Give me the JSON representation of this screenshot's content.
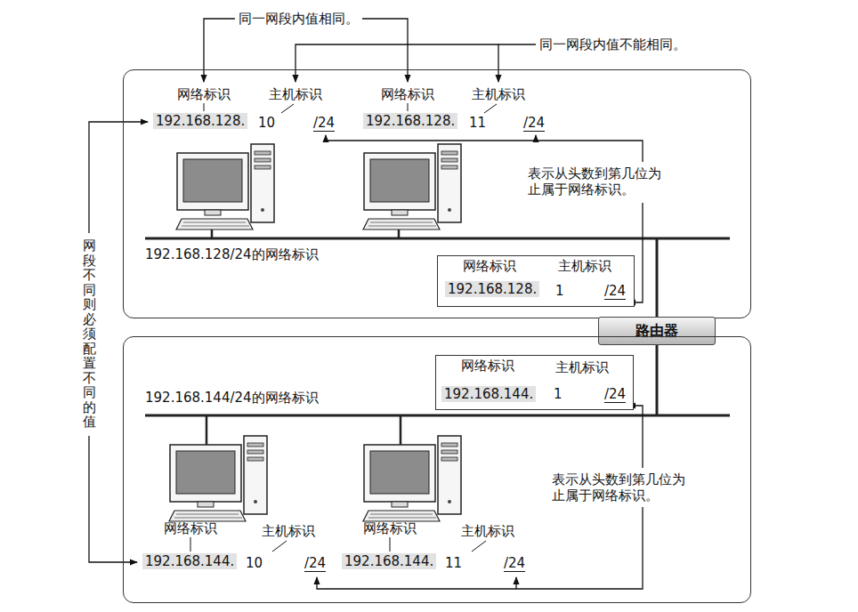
{
  "diagram": {
    "nodes": [
      {
        "text": [
          "192.168.128/24的网络标识"
        ]
      },
      {
        "text": [
          "网络标识",
          "主机标识",
          "192.168.128.",
          "1",
          "/24"
        ],
        "in": 0
      },
      {
        "text": [
          "路由器"
        ]
      },
      {
        "text": [
          "192.168.144/24的网络标识"
        ]
      },
      {
        "text": [
          "网络标识",
          "主机标识",
          "192.168.144.",
          "1",
          "/24"
        ],
        "in": 3
      }
    ],
    "labels": [
      "同一网段内值相同。",
      "同一网段内值不能相同。",
      "网络标识",
      "主机标识",
      "192.168.128.",
      "10",
      "/24",
      "网络标识",
      "主机标识",
      "192.168.128.",
      "11",
      "/24",
      "表示从头数到第几位为止属于网络标识。",
      "网段不同则必须配置不同的值",
      "表示从头数到第几位为止属于网络标识。",
      "网络标识",
      "主机标识",
      "192.168.144.",
      "10",
      "/24",
      "网络标识",
      "主机标识",
      "192.168.144.",
      "11",
      "/24"
    ]
  }
}
